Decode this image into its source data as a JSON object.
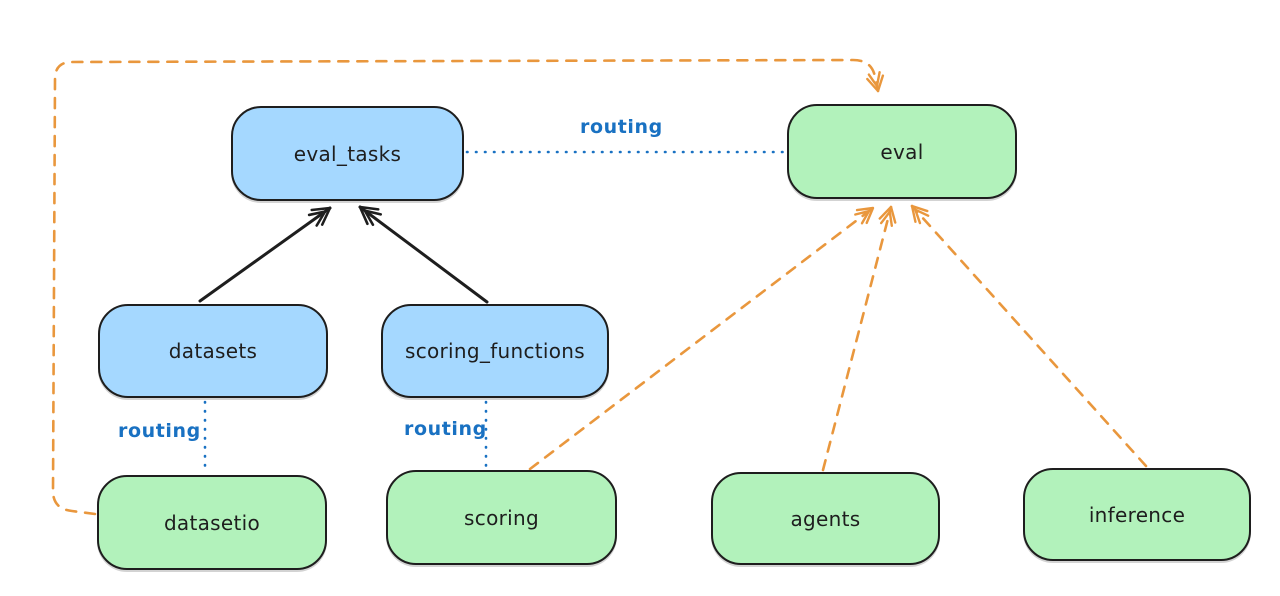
{
  "diagram": {
    "nodes": [
      {
        "id": "eval_tasks",
        "label": "eval_tasks",
        "color": "blue"
      },
      {
        "id": "eval",
        "label": "eval",
        "color": "green"
      },
      {
        "id": "datasets",
        "label": "datasets",
        "color": "blue"
      },
      {
        "id": "scoring_functions",
        "label": "scoring_functions",
        "color": "blue"
      },
      {
        "id": "datasetio",
        "label": "datasetio",
        "color": "green"
      },
      {
        "id": "scoring",
        "label": "scoring",
        "color": "green"
      },
      {
        "id": "agents",
        "label": "agents",
        "color": "green"
      },
      {
        "id": "inference",
        "label": "inference",
        "color": "green"
      }
    ],
    "edges": [
      {
        "from": "datasets",
        "to": "eval_tasks",
        "style": "solid",
        "color": "black",
        "label": ""
      },
      {
        "from": "scoring_functions",
        "to": "eval_tasks",
        "style": "solid",
        "color": "black",
        "label": ""
      },
      {
        "from": "eval_tasks",
        "to": "eval",
        "style": "dotted",
        "color": "blue",
        "label": "routing"
      },
      {
        "from": "datasets",
        "to": "datasetio",
        "style": "dotted",
        "color": "blue",
        "label": "routing"
      },
      {
        "from": "scoring_functions",
        "to": "scoring",
        "style": "dotted",
        "color": "blue",
        "label": "routing"
      },
      {
        "from": "datasetio",
        "to": "eval",
        "style": "dashed",
        "color": "orange",
        "label": ""
      },
      {
        "from": "scoring",
        "to": "eval",
        "style": "dashed",
        "color": "orange",
        "label": ""
      },
      {
        "from": "agents",
        "to": "eval",
        "style": "dashed",
        "color": "orange",
        "label": ""
      },
      {
        "from": "inference",
        "to": "eval",
        "style": "dashed",
        "color": "orange",
        "label": ""
      }
    ],
    "colors": {
      "blue_fill": "#a5d8ff",
      "green_fill": "#b2f2bb",
      "stroke": "#1e1e1e",
      "routing_blue": "#1971c2",
      "orange": "#e9973d",
      "background": "#ffffff"
    }
  }
}
